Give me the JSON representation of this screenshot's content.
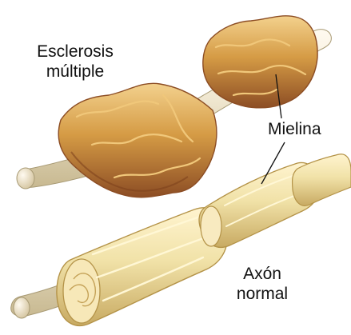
{
  "labels": {
    "ms_line1": "Esclerosis",
    "ms_line2": "múltiple",
    "myelin": "Mielina",
    "normal_line1": "Axón",
    "normal_line2": "normal"
  },
  "colors": {
    "axon_fill": "#efe6cf",
    "axon_stroke": "#a89a74",
    "healthy_myelin": "#f1e2a8",
    "healthy_myelin_dark": "#d8c27a",
    "damaged_myelin": "#d59b45",
    "damaged_myelin_dark": "#9f5d2a",
    "label_text": "#111111"
  }
}
